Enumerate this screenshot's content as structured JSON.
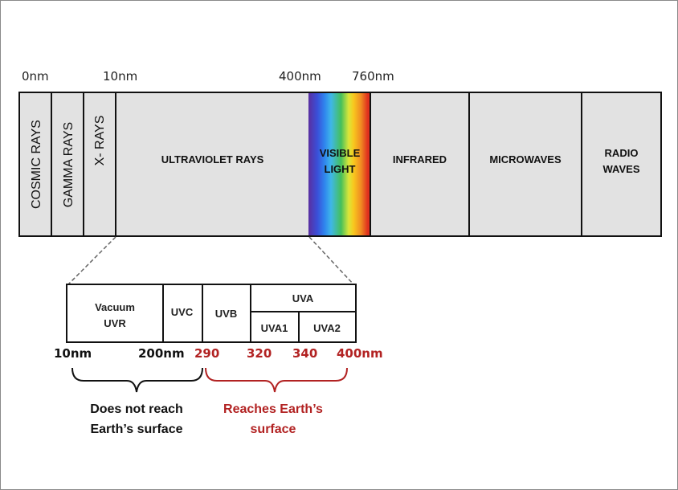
{
  "spectrum": {
    "ticks": [
      "0nm",
      "10nm",
      "400nm",
      "760nm"
    ],
    "bands": {
      "cosmic": "COSMIC RAYS",
      "gamma": "GAMMA RAYS",
      "xray": "X- RAYS",
      "uv": "ULTRAVIOLET RAYS",
      "visible_line1": "VISIBLE",
      "visible_line2": "LIGHT",
      "infrared": "INFRARED",
      "microwaves": "MICROWAVES",
      "radio_line1": "RADIO",
      "radio_line2": "WAVES"
    }
  },
  "uv_breakdown": {
    "vacuum_line1": "Vacuum",
    "vacuum_line2": "UVR",
    "uvc": "UVC",
    "uvb": "UVB",
    "uva": "UVA",
    "uva1": "UVA1",
    "uva2": "UVA2",
    "wavelengths": {
      "w10": "10nm",
      "w200": "200nm",
      "w290": "290",
      "w320": "320",
      "w340": "340",
      "w400": "400nm"
    }
  },
  "captions": {
    "not_reach_line1": "Does not  reach",
    "not_reach_line2": "Earth’s surface",
    "reach_line1": "Reaches Earth’s",
    "reach_line2": "surface"
  },
  "colors": {
    "reach": "#b22222",
    "not_reach": "#111111"
  }
}
